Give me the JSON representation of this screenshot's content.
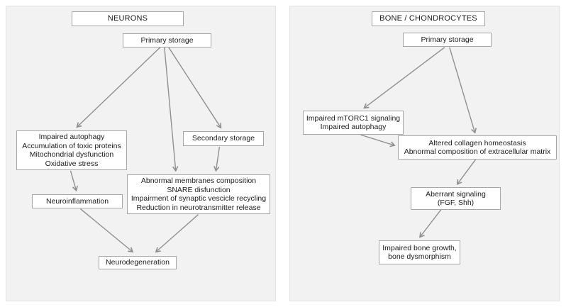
{
  "colors": {
    "panel_bg": "#f2f2f2",
    "panel_border": "#e2e2e2",
    "box_bg": "#ffffff",
    "box_border": "#a6a6a6",
    "arrow": "#8f8f8f",
    "text": "#1c1c1c"
  },
  "neurons": {
    "title": "NEURONS",
    "nodes": {
      "primary_storage": {
        "label": "Primary storage"
      },
      "impaired_autophagy": {
        "lines": [
          "Impaired autophagy",
          "Accumulation of toxic proteins",
          "Mitochondrial dysfunction",
          "Oxidative stress"
        ]
      },
      "secondary_storage": {
        "label": "Secondary storage"
      },
      "abnormal_membranes": {
        "lines": [
          "Abnormal membranes composition",
          "SNARE disfunction",
          "Impairment of synaptic vescicle recycling",
          "Reduction in neurotransmitter release"
        ]
      },
      "neuroinflammation": {
        "label": "Neuroinflammation"
      },
      "neurodegeneration": {
        "label": "Neurodegeneration"
      }
    },
    "edges": [
      {
        "from": "primary_storage",
        "to": "impaired_autophagy"
      },
      {
        "from": "primary_storage",
        "to": "abnormal_membranes"
      },
      {
        "from": "primary_storage",
        "to": "secondary_storage"
      },
      {
        "from": "secondary_storage",
        "to": "abnormal_membranes"
      },
      {
        "from": "impaired_autophagy",
        "to": "neuroinflammation"
      },
      {
        "from": "neuroinflammation",
        "to": "neurodegeneration"
      },
      {
        "from": "abnormal_membranes",
        "to": "neurodegeneration"
      }
    ]
  },
  "bone": {
    "title": "BONE / CHONDROCYTES",
    "nodes": {
      "primary_storage": {
        "label": "Primary storage"
      },
      "impaired_mtorc1": {
        "lines": [
          "Impaired mTORC1 signaling",
          "Impaired autophagy"
        ]
      },
      "altered_collagen": {
        "lines": [
          "Altered collagen homeostasis",
          "Abnormal composition of extracellular matrix"
        ]
      },
      "aberrant_signaling": {
        "lines": [
          "Aberrant signaling",
          "(FGF, Shh)"
        ]
      },
      "impaired_bone_growth": {
        "lines": [
          "Impaired bone growth,",
          "bone dysmorphism"
        ]
      }
    },
    "edges": [
      {
        "from": "primary_storage",
        "to": "impaired_mtorc1"
      },
      {
        "from": "primary_storage",
        "to": "altered_collagen"
      },
      {
        "from": "impaired_mtorc1",
        "to": "altered_collagen"
      },
      {
        "from": "altered_collagen",
        "to": "aberrant_signaling"
      },
      {
        "from": "aberrant_signaling",
        "to": "impaired_bone_growth"
      }
    ]
  }
}
